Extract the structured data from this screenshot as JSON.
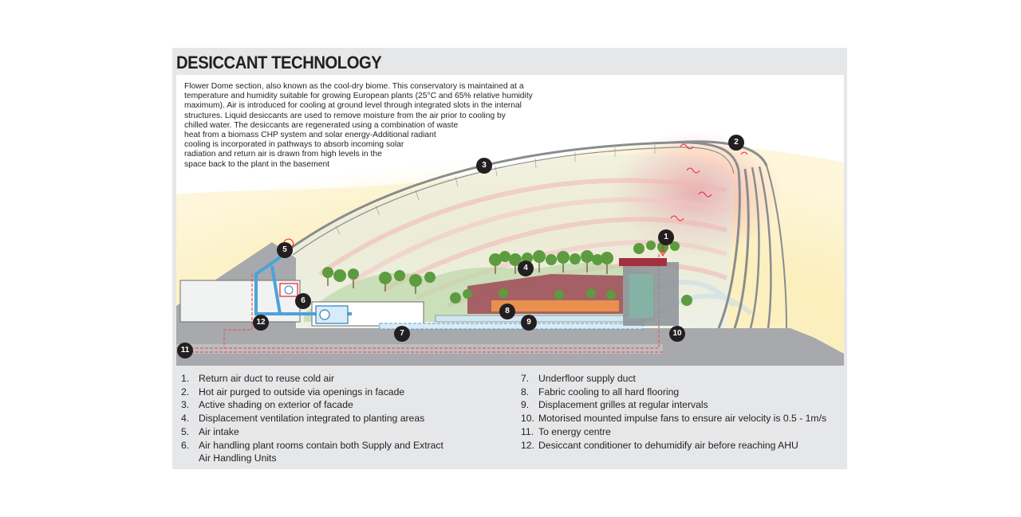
{
  "title": "DESICCANT TECHNOLOGY",
  "intro_lines": [
    "Flower Dome section, also known as the cool-dry biome. This conservatory is maintained at a",
    "temperature and humidity suitable for growing European plants (25°C and 65% relative humidity",
    "maximum). Air is introduced for cooling at ground level through integrated slots in the internal",
    "structures. Liquid desiccants are used to remove moisture from the air prior to cooling by",
    "chilled water. The desiccants are regenerated using a combination of waste",
    "heat from a biomass CHP system and solar energy-Additional radiant",
    "cooling is incorporated in pathways to absorb incoming solar",
    "radiation and return air is drawn from high levels in the",
    "space back to the plant in the basement"
  ],
  "callouts": [
    "1",
    "2",
    "3",
    "4",
    "5",
    "6",
    "7",
    "8",
    "9",
    "10",
    "11",
    "12"
  ],
  "legend_left": [
    {
      "num": "1.",
      "lines": [
        "Return air duct to reuse cold air"
      ]
    },
    {
      "num": "2.",
      "lines": [
        "Hot air purged to outside via openings in facade"
      ]
    },
    {
      "num": "3.",
      "lines": [
        "Active shading on exterior of facade"
      ]
    },
    {
      "num": "4.",
      "lines": [
        "Displacement ventilation integrated to planting areas"
      ]
    },
    {
      "num": "5.",
      "lines": [
        "Air intake"
      ]
    },
    {
      "num": "6.",
      "lines": [
        "Air handling plant rooms contain both Supply and Extract",
        "Air Handling Units"
      ]
    }
  ],
  "legend_right": [
    {
      "num": "7.",
      "lines": [
        "Underfloor supply duct"
      ]
    },
    {
      "num": "8.",
      "lines": [
        "Fabric cooling to all hard flooring"
      ]
    },
    {
      "num": "9.",
      "lines": [
        "Displacement grilles at regular intervals"
      ]
    },
    {
      "num": "10.",
      "lines": [
        "Motorised mounted impulse fans to ensure air velocity is 0.5 - 1m/s"
      ]
    },
    {
      "num": "11.",
      "lines": [
        "To energy centre"
      ]
    },
    {
      "num": "12.",
      "lines": [
        "Desiccant conditioner to dehumidify air before reaching AHU"
      ]
    }
  ],
  "colors": {
    "panel_bg": "#e6e7e8",
    "callout": "#231f20",
    "sky": "#fbf0c0",
    "ground": "#a7a9ac",
    "cold_duct": "#4ba3d8",
    "hot_air": "#e85a5a",
    "dome_frame": "#939598"
  }
}
